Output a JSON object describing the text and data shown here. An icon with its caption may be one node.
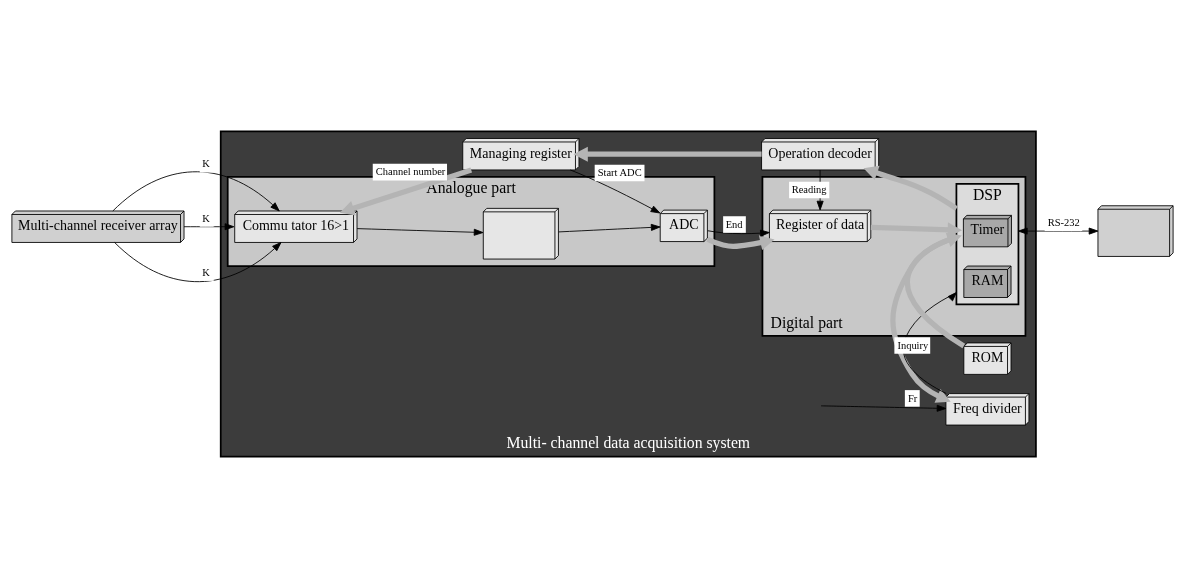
{
  "diagram": {
    "nodes": [
      {
        "text": [
          "Multi-channel receiver array"
        ]
      },
      {
        "text": [
          "Multi- channel data acquisition system"
        ]
      },
      {
        "text": [
          "Analogue part"
        ],
        "in": 1
      },
      {
        "text": [
          "Commu tator 16>1"
        ],
        "in": 2
      },
      {
        "text": [],
        "shape": "box",
        "in": 2
      },
      {
        "text": [
          "ADC"
        ],
        "in": 2
      },
      {
        "text": [
          "Digital part"
        ],
        "in": 1
      },
      {
        "text": [
          "Register of data"
        ],
        "in": 6
      },
      {
        "text": [
          "DSP"
        ],
        "in": 6
      },
      {
        "text": [
          "Timer"
        ],
        "in": 8
      },
      {
        "text": [
          "RAM"
        ],
        "in": 8
      },
      {
        "text": [
          "Managing register"
        ],
        "in": 1
      },
      {
        "text": [
          "Operation decoder"
        ],
        "in": 1
      },
      {
        "text": [
          "Freq divider"
        ],
        "in": 1
      },
      {
        "text": [
          "ROM"
        ],
        "in": 1
      },
      {
        "text": [],
        "shape": "box"
      }
    ],
    "edges": [
      {
        "from": 0,
        "to": 3,
        "arrow": "to",
        "label": "K"
      },
      {
        "from": 0,
        "to": 3,
        "arrow": "to",
        "label": "K"
      },
      {
        "from": 0,
        "to": 3,
        "arrow": "to",
        "label": "K"
      },
      {
        "from": 3,
        "to": 4,
        "arrow": "to"
      },
      {
        "from": 4,
        "to": 5,
        "arrow": "to"
      },
      {
        "from": 5,
        "to": 7,
        "arrow": "to",
        "style": "thick",
        "color": "#b4b4b4"
      },
      {
        "from": 5,
        "to": 7,
        "arrow": "to",
        "label": "End"
      },
      {
        "from": 7,
        "to": 8,
        "arrow": "to",
        "style": "thick",
        "color": "#b4b4b4"
      },
      {
        "from": 8,
        "to": 15,
        "arrow": "both",
        "label": "RS-232"
      },
      {
        "from": 8,
        "to": 12,
        "arrow": "to",
        "style": "thick",
        "color": "#b4b4b4"
      },
      {
        "from": 8,
        "to": 13,
        "arrow": "to",
        "style": "thick",
        "color": "#b4b4b4"
      },
      {
        "from": 13,
        "to": 8,
        "arrow": "to",
        "label": "Inquiry"
      },
      {
        "from": 14,
        "to": 8,
        "arrow": "to",
        "style": "thick",
        "color": "#b4b4b4"
      },
      {
        "from": 12,
        "to": 7,
        "arrow": "to",
        "label": "Reading"
      },
      {
        "from": 11,
        "to": 5,
        "arrow": "to",
        "label": "Start ADC"
      },
      {
        "from": 12,
        "to": 11,
        "arrow": "to",
        "style": "thick",
        "color": "#b4b4b4"
      },
      {
        "from": 11,
        "to": 3,
        "arrow": "to",
        "style": "thick",
        "color": "#b4b4b4",
        "label": "Channel number"
      },
      {
        "from": null,
        "to": 13,
        "arrow": "to",
        "label": "Fr"
      }
    ]
  }
}
